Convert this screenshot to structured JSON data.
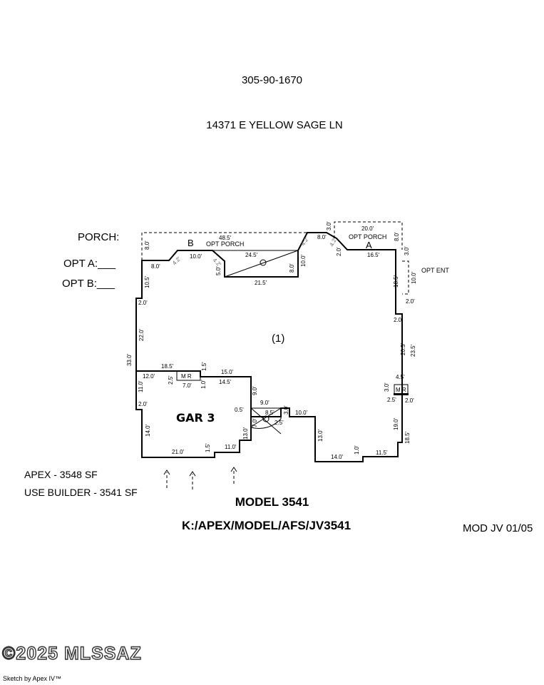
{
  "header": {
    "parcel_number": "305-90-1670",
    "address": "14371 E YELLOW SAGE LN"
  },
  "options": {
    "porch_label": "PORCH:",
    "opt_a_label": "OPT A:___",
    "opt_b_label": "OPT B:___"
  },
  "sketch": {
    "room_1": "(1)",
    "garage": "GAR 3",
    "opt_porch_left": "OPT PORCH",
    "opt_porch_right": "OPT PORCH",
    "opt_ent": "OPT ENT",
    "marker_a": "A",
    "marker_b": "B",
    "mr_left": "M R",
    "mr_right": "M R",
    "dimensions": {
      "d_48_5": "48.5'",
      "d_8_0_porch": "8.0'",
      "d_8_0_b": "8.0'",
      "d_10_0_b": "10.0'",
      "d_4_2_b": "4.2'",
      "d_4_2_c": "4.2'",
      "d_24_5": "24.5'",
      "d_5_0": "5.0'",
      "d_21_5": "21.5'",
      "d_8_0_r": "8.0'",
      "d_10_0_r": "10.0'",
      "d_4_2_d": "4.2'",
      "d_8_0_top": "8.0'",
      "d_4_2_e": "4.2'",
      "d_2_0_a": "2.0'",
      "d_3_0_top": "3.0'",
      "d_20_0": "20.0'",
      "d_8_0_ent": "8.0'",
      "d_16_5": "16.5'",
      "d_3_0_ent": "3.0'",
      "d_10_0_ent": "10.0'",
      "d_18_5_r": "18.5'",
      "d_2_0_b": "2.0'",
      "d_2_0_c": "2.0'",
      "d_20_5": "20.5'",
      "d_23_5": "23.5'",
      "d_4_5": "4.5'",
      "d_3_0_mr": "3.0'",
      "d_2_5": "2.5'",
      "d_2_0_d": "2.0'",
      "d_19_0": "19.0'",
      "d_18_5_low": "18.5'",
      "d_10_5": "10.5'",
      "d_2_0_e": "2.0'",
      "d_22_0": "22.0'",
      "d_33_0": "33.0'",
      "d_18_5_mr": "18.5'",
      "d_1_5_a": "1.5'",
      "d_12_0": "12.0'",
      "d_2_5_mr": "2.5'",
      "d_7_0": "7.0'",
      "d_1_0_a": "1.0'",
      "d_15_0": "15.0'",
      "d_14_5": "14.5'",
      "d_11_0_l": "11.0'",
      "d_2_0_f": "2.0'",
      "d_9_0_a": "9.0'",
      "d_9_0_b": "9.0'",
      "d_0_5": "0.5'",
      "d_8_5": "8.5'",
      "d_3_0_s": "3.0'",
      "d_7_0_s": "7.0'",
      "d_2_5_s": "2.5'",
      "d_10_0_s": "10.0'",
      "d_13_0_a": "13.0'",
      "d_14_0_g": "14.0'",
      "d_21_0": "21.0'",
      "d_1_5_b": "1.5'",
      "d_11_0_g": "11.0'",
      "d_13_0_b": "13.0'",
      "d_14_0_b": "14.0'",
      "d_1_0_b": "1.0'",
      "d_11_5": "11.5'"
    }
  },
  "footer": {
    "apex_sf": "APEX - 3548 SF",
    "builder_sf": "USE BUILDER - 3541 SF",
    "model": "MODEL 3541",
    "file_path": "K:/APEX/MODEL/AFS/JV3541",
    "mod_note": "MOD JV 01/05",
    "copyright": "©2025 MLSSAZ",
    "credit": "Sketch by Apex IV™"
  }
}
